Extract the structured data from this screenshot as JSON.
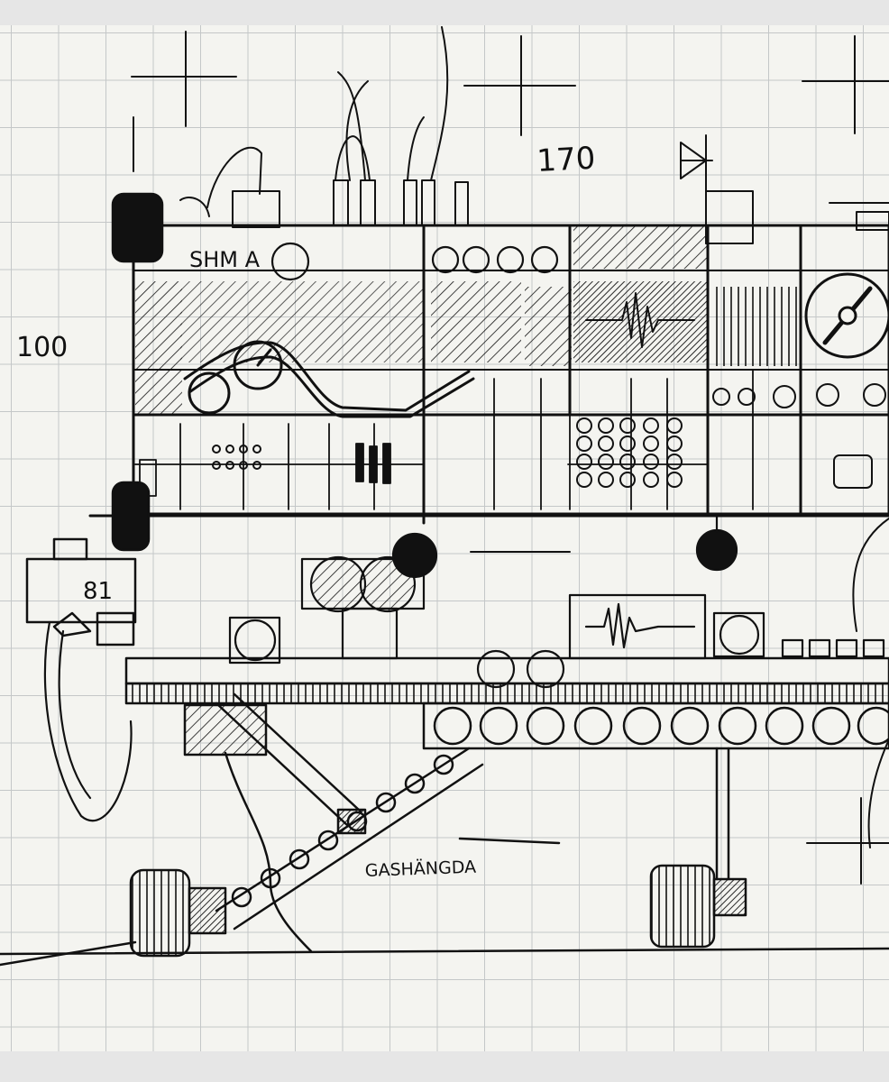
{
  "sheet": {
    "paper_color": "#f4f4f0",
    "grid_color": "#c4c7c8",
    "ink_color": "#111111",
    "margin_color": "#e6e6e6"
  },
  "labels": {
    "dimension_width": "170",
    "dimension_height": "100",
    "module_name": "SHM A",
    "panel_code": "81",
    "ground_label": "GASHÄNGDA"
  }
}
